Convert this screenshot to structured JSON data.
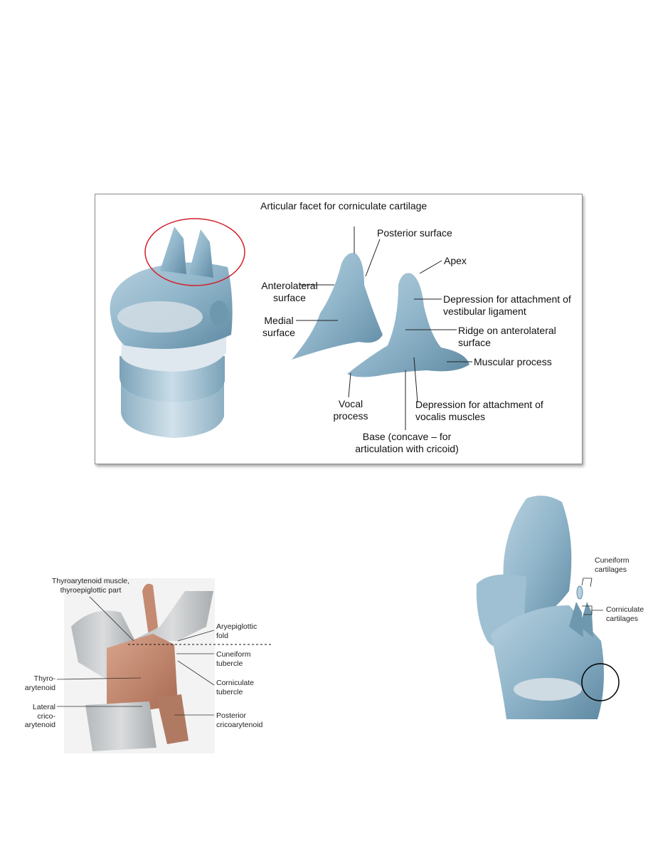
{
  "top_figure": {
    "labels": {
      "articular_facet": "Articular facet for corniculate cartilage",
      "posterior_surface": "Posterior surface",
      "apex": "Apex",
      "anterolateral_surface": "Anterolateral surface",
      "depression_vestibular": "Depression for attachment of vestibular ligament",
      "medial_surface": "Medial surface",
      "ridge_anterolateral": "Ridge on anterolateral surface",
      "muscular_process": "Muscular process",
      "vocal_process": "Vocal process",
      "depression_vocalis": "Depression for attachment of vocalis muscles",
      "base": "Base (concave – for articulation with cricoid)"
    },
    "colors": {
      "cartilage": "#8fb4c9",
      "cartilage_dark": "#5f8aa3",
      "highlight_ring": "#d21f2a"
    }
  },
  "muscle_figure": {
    "labels": {
      "thyroarytenoid_te": "Thyroarytenoid muscle, thyroepiglottic part",
      "aryepiglottic_fold": "Aryepiglottic fold",
      "cuneiform_tubercle": "Cuneiform tubercle",
      "thyroarytenoid": "Thyro- arytenoid",
      "corniculate_tubercle": "Corniculate tubercle",
      "lateral_cricoarytenoid": "Lateral crico- arytenoid",
      "posterior_cricoarytenoid": "Posterior cricoarytenoid"
    },
    "colors": {
      "muscle": "#c48a72",
      "cartilage": "#c9ccce"
    }
  },
  "right_figure": {
    "labels": {
      "cuneiform_cartilages": "Cuneiform cartilages",
      "corniculate_cartilages": "Corniculate cartilages"
    },
    "colors": {
      "cartilage": "#86adc3",
      "circle": "#000000"
    }
  }
}
